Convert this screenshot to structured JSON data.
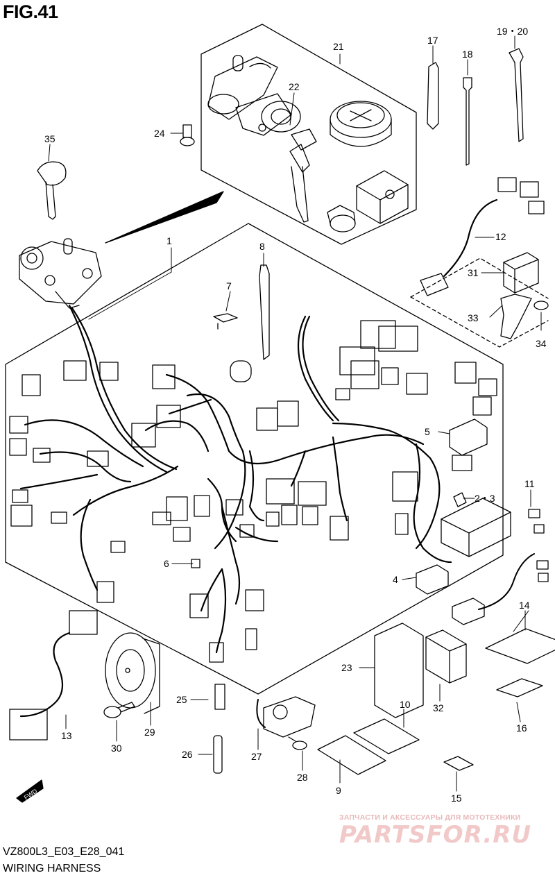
{
  "figure_label": "FIG.41",
  "drawing_code": "VZ800L3_E03_E28_041",
  "drawing_title": "WIRING HARNESS",
  "watermark": {
    "subtitle": "ЗАПЧАСТИ И АКСЕССУАРЫ ДЛЯ МОТОТЕХНИКИ",
    "brand": "PARTSFOR.RU"
  },
  "direction_arrow": "FWD",
  "callouts": {
    "c1": "1",
    "c2_3": "2・3",
    "c4": "4",
    "c5": "5",
    "c6": "6",
    "c7": "7",
    "c8": "8",
    "c9": "9",
    "c10": "10",
    "c11": "11",
    "c12": "12",
    "c13": "13",
    "c14": "14",
    "c15": "15",
    "c16": "16",
    "c17": "17",
    "c18": "18",
    "c19_20": "19・20",
    "c21": "21",
    "c22": "22",
    "c23": "23",
    "c24": "24",
    "c25": "25",
    "c26": "26",
    "c27": "27",
    "c28": "28",
    "c29": "29",
    "c30": "30",
    "c31": "31",
    "c32": "32",
    "c33": "33",
    "c34": "34",
    "c35": "35"
  }
}
